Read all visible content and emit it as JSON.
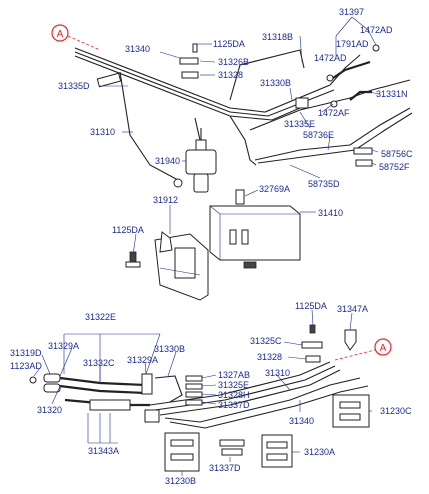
{
  "marker_letter": "A",
  "marker_color": "#e8262b",
  "top_labels": {
    "p31397": "31397",
    "p1472AD_a": "1472AD",
    "p1791AD": "1791AD",
    "p1472AD_b": "1472AD",
    "p31340": "31340",
    "p1125DA": "1125DA",
    "p31318B": "31318B",
    "p31326B": "31326B",
    "p31328": "31328",
    "p31335D": "31335D",
    "p31330B": "31330B",
    "p31331N": "31331N",
    "p1472AF": "1472AF",
    "p31310": "31310",
    "p31335E": "31335E",
    "p58736E": "58736E",
    "p31940": "31940",
    "p58756C": "58756C",
    "p58752F": "58752F",
    "p58735D": "58735D",
    "p32769A": "32769A",
    "p31912": "31912",
    "p31410": "31410",
    "p1125DA_b": "1125DA"
  },
  "bottom_labels": {
    "p31322E": "31322E",
    "p1125DA": "1125DA",
    "p31347A": "31347A",
    "p31319D": "31319D",
    "p31329A_a": "31329A",
    "p31325C": "31325C",
    "p1123AD": "1123AD",
    "p31332C": "31332C",
    "p31329A_b": "31329A",
    "p31330B": "31330B",
    "p31328": "31328",
    "p1327AB": "1327AB",
    "p31310": "31310",
    "p31325E": "31325E",
    "p31328H": "31328H",
    "p31337D_a": "31337D",
    "p31320": "31320",
    "p31230C": "31230C",
    "p31340": "31340",
    "p31343A": "31343A",
    "p31230A": "31230A",
    "p31337D_b": "31337D",
    "p31230B": "31230B"
  }
}
